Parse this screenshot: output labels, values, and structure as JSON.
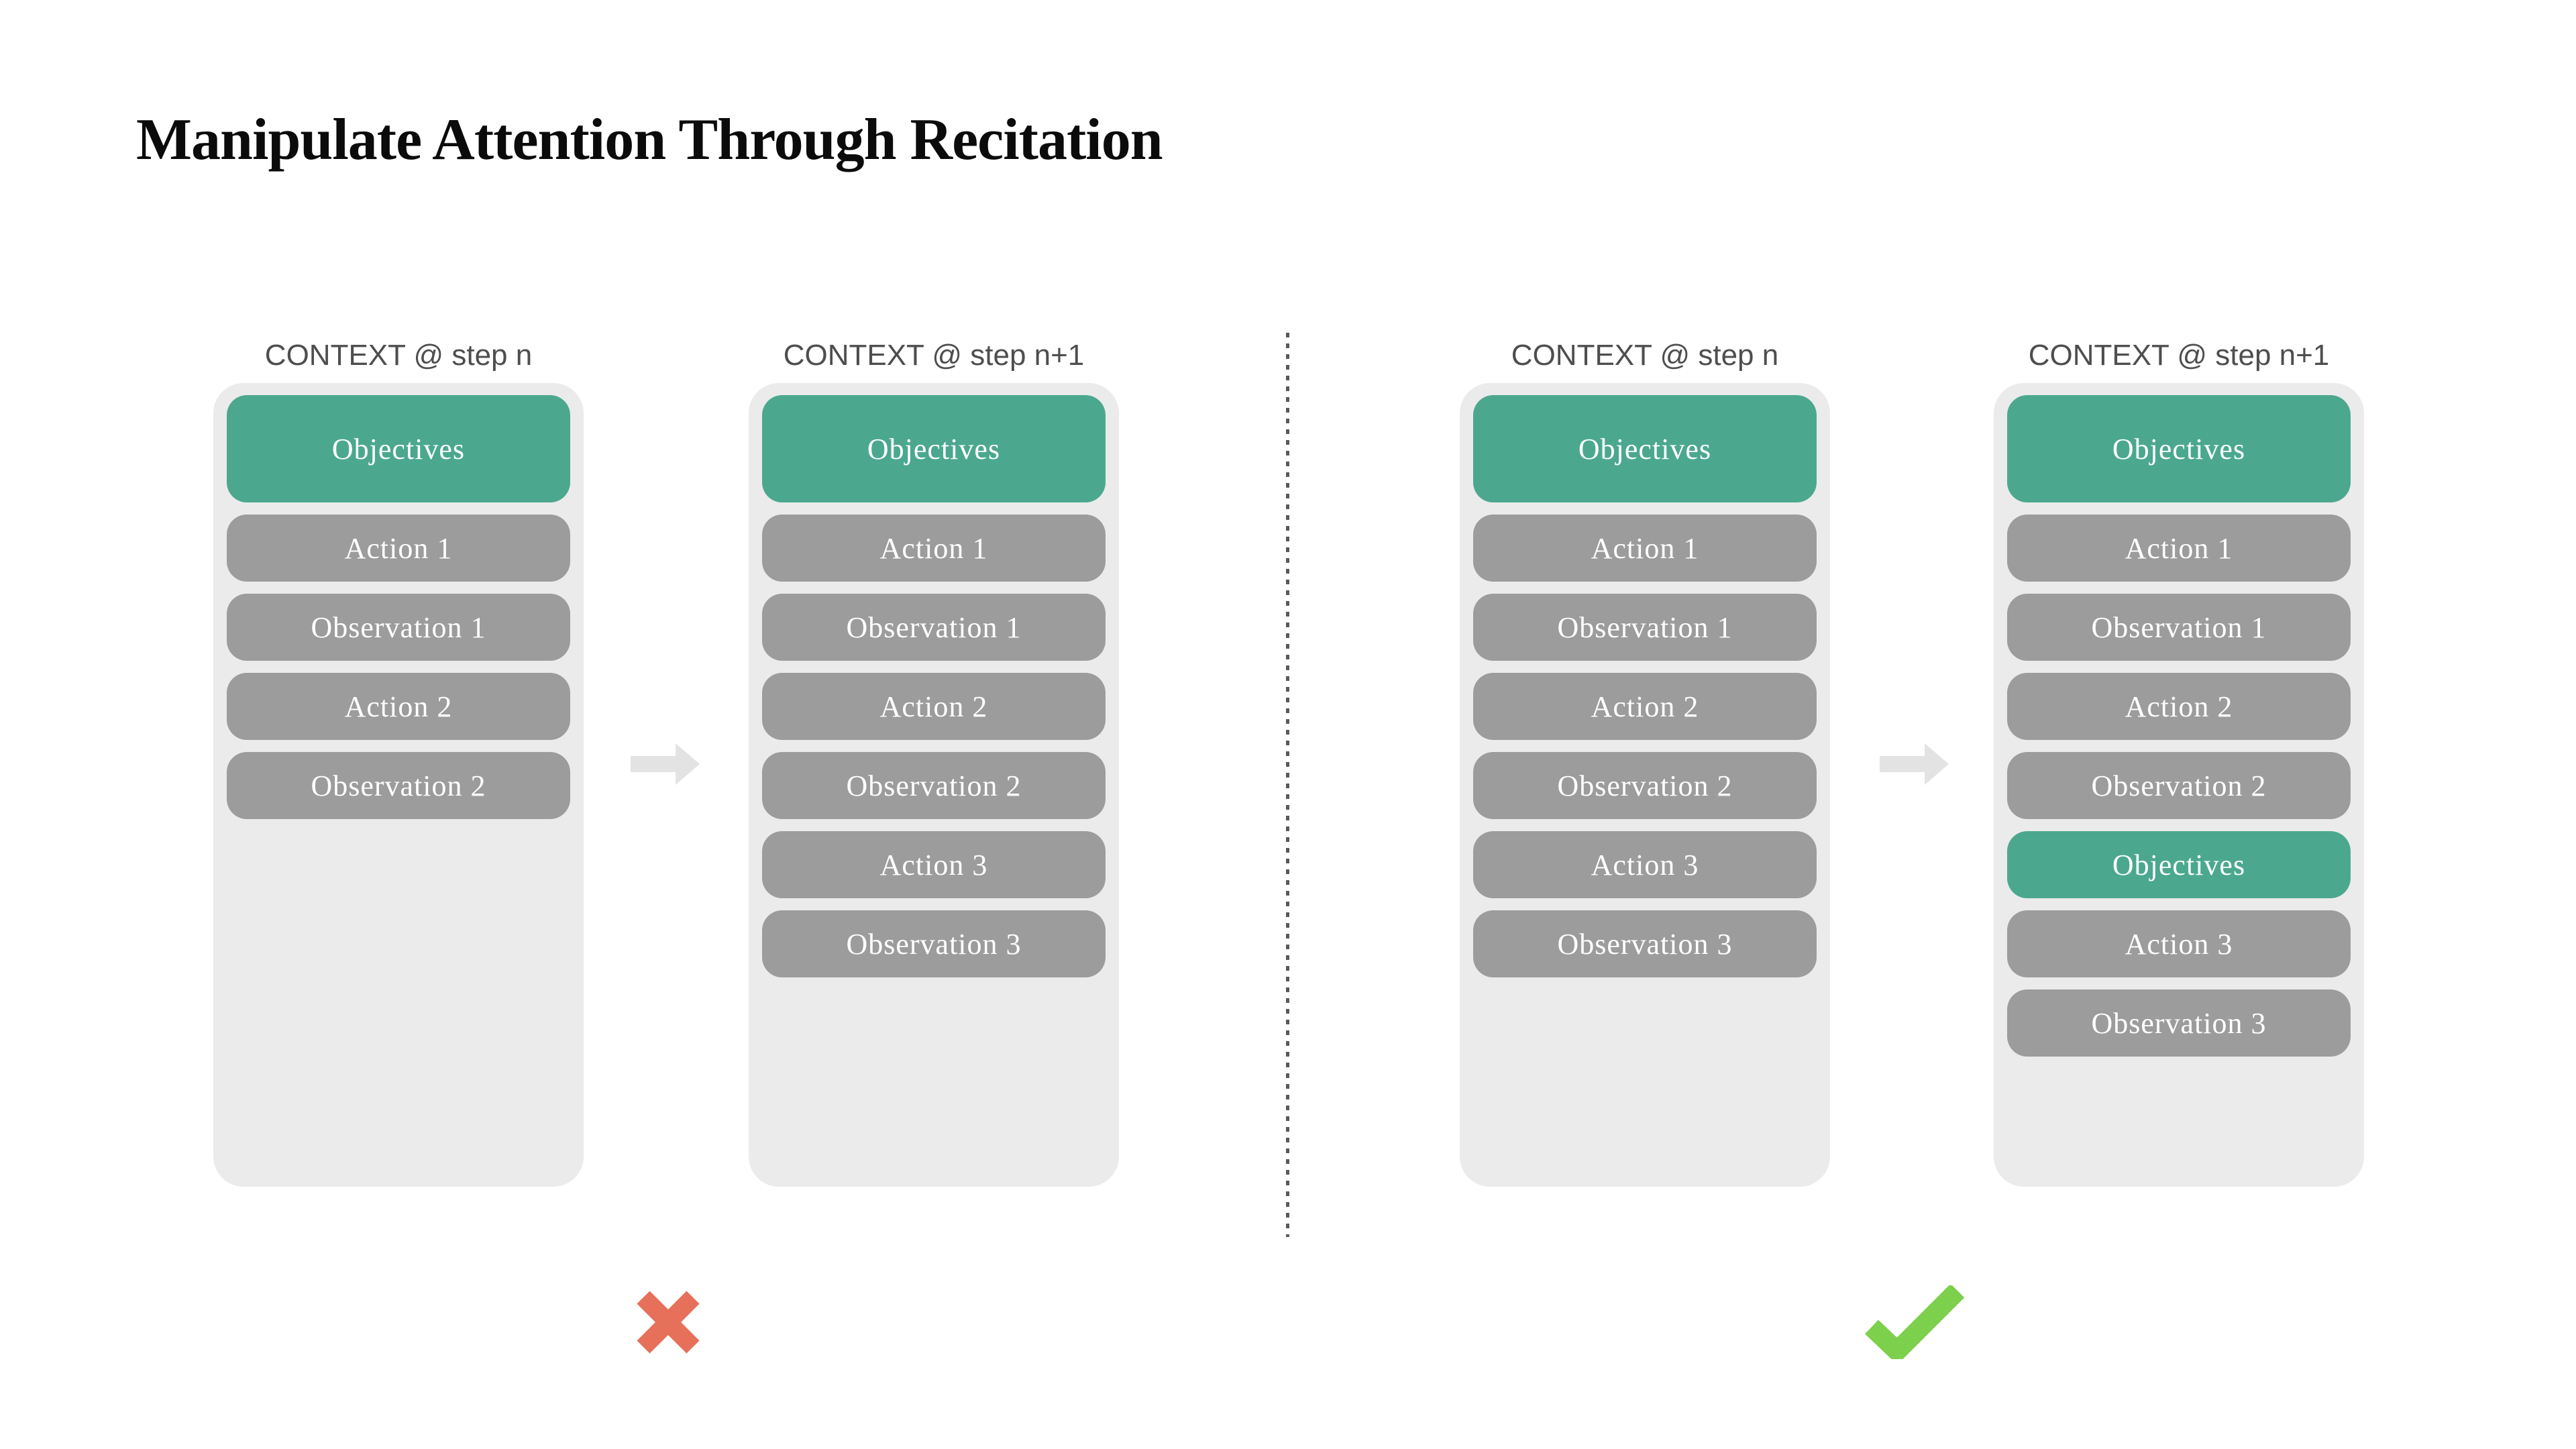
{
  "title": "Manipulate Attention Through Recitation",
  "colors": {
    "objectives_green": "#4ba88e",
    "step_gray": "#9c9c9c",
    "panel_gray": "#ebebeb",
    "arrow_gray": "#e3e3e3",
    "header_text": "#4e4e4e",
    "box_text": "#ffffff",
    "divider_gray": "#59595b",
    "cross_red": "#e7705a",
    "check_green": "#7cd04b",
    "title_black": "#0b0b0b"
  },
  "pairs": [
    {
      "verdict": "rejected",
      "verdict_icon": "x-mark",
      "columns": [
        {
          "header": "CONTEXT @ step n",
          "items": [
            {
              "label": "Objectives",
              "kind": "objectives",
              "tall": true
            },
            {
              "label": "Action 1",
              "kind": "step"
            },
            {
              "label": "Observation 1",
              "kind": "step"
            },
            {
              "label": "Action 2",
              "kind": "step"
            },
            {
              "label": "Observation 2",
              "kind": "step"
            }
          ]
        },
        {
          "header": "CONTEXT @ step n+1",
          "items": [
            {
              "label": "Objectives",
              "kind": "objectives",
              "tall": true
            },
            {
              "label": "Action 1",
              "kind": "step"
            },
            {
              "label": "Observation 1",
              "kind": "step"
            },
            {
              "label": "Action 2",
              "kind": "step"
            },
            {
              "label": "Observation 2",
              "kind": "step"
            },
            {
              "label": "Action 3",
              "kind": "step"
            },
            {
              "label": "Observation 3",
              "kind": "step"
            }
          ]
        }
      ]
    },
    {
      "verdict": "approved",
      "verdict_icon": "check-mark",
      "columns": [
        {
          "header": "CONTEXT @ step n",
          "items": [
            {
              "label": "Objectives",
              "kind": "objectives",
              "tall": true
            },
            {
              "label": "Action 1",
              "kind": "step"
            },
            {
              "label": "Observation 1",
              "kind": "step"
            },
            {
              "label": "Action 2",
              "kind": "step"
            },
            {
              "label": "Observation 2",
              "kind": "step"
            },
            {
              "label": "Action 3",
              "kind": "step"
            },
            {
              "label": "Observation 3",
              "kind": "step"
            }
          ]
        },
        {
          "header": "CONTEXT @ step n+1",
          "items": [
            {
              "label": "Objectives",
              "kind": "objectives",
              "tall": true
            },
            {
              "label": "Action 1",
              "kind": "step"
            },
            {
              "label": "Observation 1",
              "kind": "step"
            },
            {
              "label": "Action 2",
              "kind": "step"
            },
            {
              "label": "Observation 2",
              "kind": "step"
            },
            {
              "label": "Objectives",
              "kind": "objectives"
            },
            {
              "label": "Action 3",
              "kind": "step"
            },
            {
              "label": "Observation 3",
              "kind": "step"
            }
          ]
        }
      ]
    }
  ]
}
